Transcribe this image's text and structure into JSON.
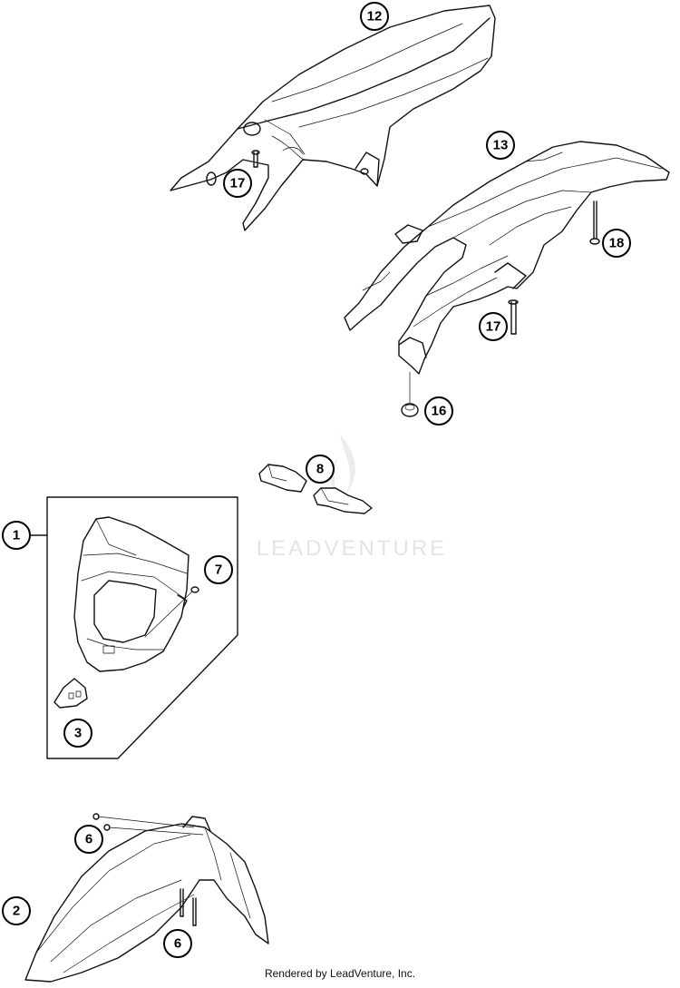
{
  "callouts": {
    "c1": "1",
    "c2": "2",
    "c3": "3",
    "c6a": "6",
    "c6b": "6",
    "c7": "7",
    "c8": "8",
    "c12": "12",
    "c13": "13",
    "c16": "16",
    "c17a": "17",
    "c17b": "17",
    "c18": "18"
  },
  "watermark": "LEADVENTURE",
  "footer": "Rendered by LeadVenture, Inc."
}
